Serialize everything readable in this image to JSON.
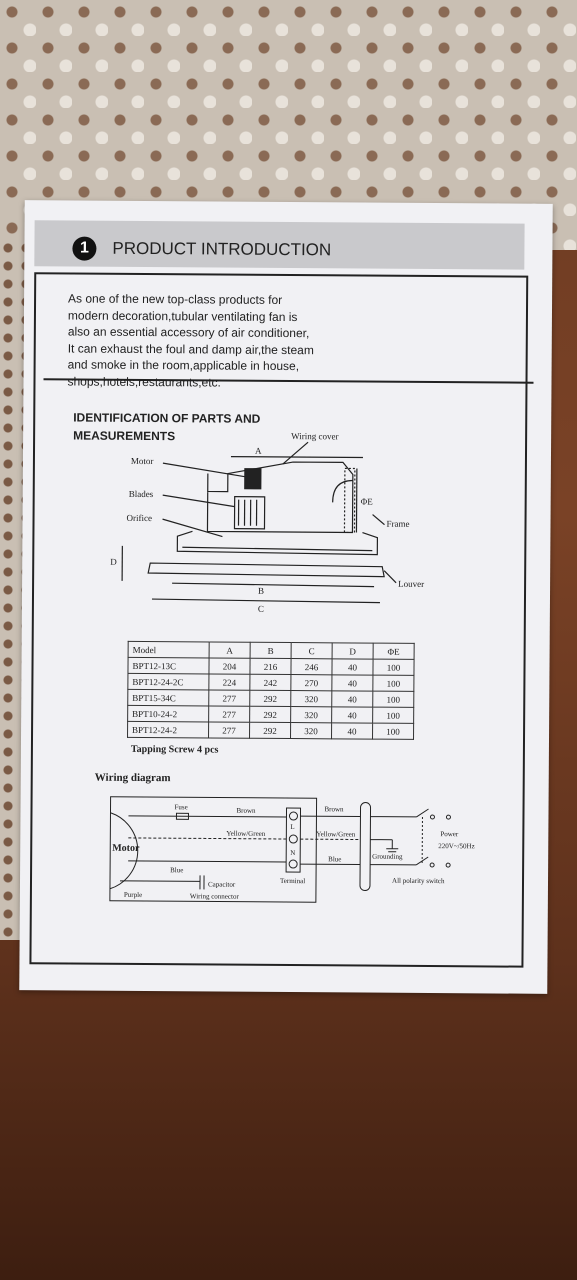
{
  "header": {
    "number": "1",
    "title": "PRODUCT INTRODUCTION"
  },
  "intro_lines": [
    "As one of the new top-class products for",
    "modern decoration,tubular ventilating fan is",
    "also an essential accessory of air conditioner,",
    "It can exhaust the foul and damp air,the steam",
    "and smoke in the room,applicable in house,",
    "shops,hotels,restaurants,etc."
  ],
  "section_title_lines": [
    "IDENTIFICATION OF PARTS AND",
    "MEASUREMENTS"
  ],
  "parts": {
    "motor": "Motor",
    "blades": "Blades",
    "orifice": "Orifice",
    "wiring_cover": "Wiring cover",
    "frame": "Frame",
    "louver": "Louver",
    "dim_a": "A",
    "dim_b": "B",
    "dim_c": "C",
    "dim_d": "D",
    "dim_e": "ΦE"
  },
  "table": {
    "headers": [
      "Model",
      "A",
      "B",
      "C",
      "D",
      "ΦE"
    ],
    "rows": [
      [
        "BPT12-13C",
        "204",
        "216",
        "246",
        "40",
        "100"
      ],
      [
        "BPT12-24-2C",
        "224",
        "242",
        "270",
        "40",
        "100"
      ],
      [
        "BPT15-34C",
        "277",
        "292",
        "320",
        "40",
        "100"
      ],
      [
        "BPT10-24-2",
        "277",
        "292",
        "320",
        "40",
        "100"
      ],
      [
        "BPT12-24-2",
        "277",
        "292",
        "320",
        "40",
        "100"
      ]
    ]
  },
  "screw_note": "Tapping Screw 4 pcs",
  "wiring": {
    "title": "Wiring diagram",
    "motor": "Motor",
    "fuse": "Fuse",
    "brown": "Brown",
    "brown_right": "Brown",
    "yellow_green": "Yellow/Green",
    "yellow_green_right": "Yellow/Green",
    "blue_left": "Blue",
    "blue_right": "Blue",
    "capacitor": "Capacitor",
    "purple": "Purple",
    "wiring_connector": "Wiring connector",
    "terminal": "Terminal",
    "grounding": "Grounding",
    "power_line1": "Power",
    "power_line2": "220V~/50Hz",
    "switch": "All polarity switch",
    "term_l": "L",
    "term_n": "N"
  }
}
